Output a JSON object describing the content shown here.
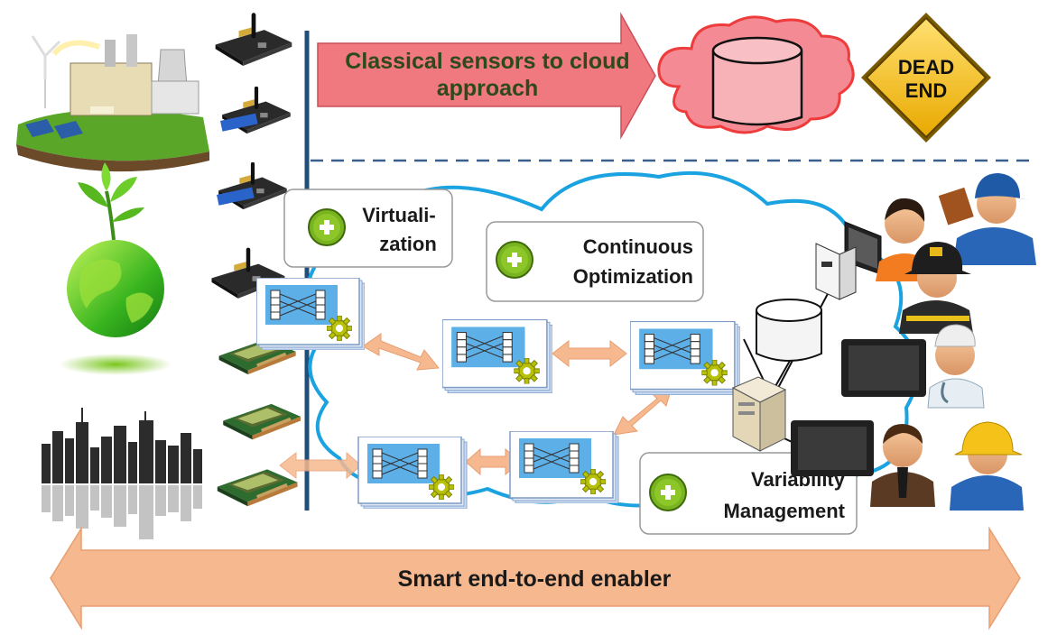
{
  "top_arrow": {
    "line1": "Classical sensors to cloud",
    "line2": "approach",
    "fill": "#f0787f"
  },
  "dead_end_sign": {
    "line1": "DEAD",
    "line2": "END",
    "color": "#f5c21a"
  },
  "cloud_db": {
    "color": "#ee3b3b"
  },
  "main_cloud": {
    "color": "#1aa3e0"
  },
  "callouts": {
    "virtualization": {
      "line1": "Virtuali-",
      "line2": "zation"
    },
    "continuous_optimization": {
      "line1": "Continuous",
      "line2": "Optimization"
    },
    "variability_management": {
      "line1": "Variability",
      "line2": "Management"
    }
  },
  "bottom_arrow": {
    "label": "Smart end-to-end enabler",
    "fill": "#f6b98f"
  },
  "divider": {
    "color": "#1f4e79"
  },
  "icons": {
    "factory": "factory-icon",
    "globe": "green-globe-icon",
    "city": "city-skyline-icon",
    "sensors": "sensor-board-icon",
    "users": "user-avatar-icon",
    "server": "server-icon",
    "tablet": "tablet-icon"
  }
}
